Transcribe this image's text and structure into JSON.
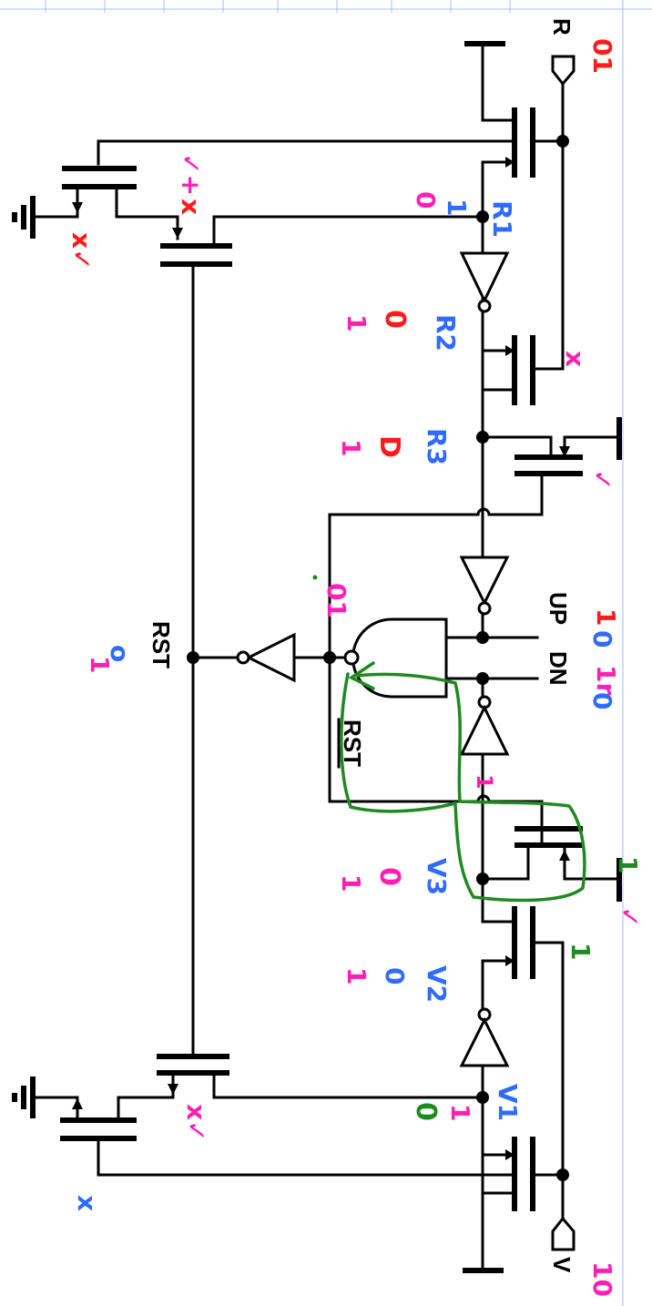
{
  "labels": {
    "r": "R",
    "v": "V",
    "up": "UP",
    "dn": "DN",
    "rst": "RST",
    "rst_bar": "RST"
  },
  "annotations": {
    "r_state": "01",
    "v_state": "10",
    "up_state_a": "1",
    "up_state_b": "0",
    "dn_state_a": "1r",
    "dn_state_b": "0",
    "rst_state_a": "1",
    "rst_state_b": "o",
    "nand_node": "01",
    "r1_name": "R1",
    "r1_state_a": "0",
    "r1_state_b": "1",
    "r2_name": "R2",
    "r2_state_a": "1",
    "r2_state_b": "0",
    "r3_name": "R3",
    "r3_state_a": "1",
    "r3_state_b": "D",
    "v1_name": "V1",
    "v1_state_a": "1",
    "v1_state_b": "0",
    "v2_name": "V2",
    "v2_state_a": "1",
    "v2_state_b": "0",
    "v3_name": "V3",
    "v3_state_a": "1",
    "v3_state_b": "0",
    "top_nmos_mark": "x✓",
    "top_pmos_mark_a": "✓+",
    "top_pmos_mark_b": "x",
    "bot_pmos_mark": "x✓",
    "bot_nmos_mark": "x",
    "r2_gate_mark": "x",
    "r3_pmos_mark": "✓",
    "v3_pmos_mark_a": "1",
    "v3_pmos_mark_b": "✓",
    "v2_gate_mark": "1",
    "mid_tick": "1"
  },
  "colors": {
    "wire": "#000000",
    "magenta": "#ff1fb4",
    "blue": "#2f6bff",
    "red": "#ff1a1a",
    "green": "#1f8a1f",
    "grid": "#9ec2ff"
  }
}
